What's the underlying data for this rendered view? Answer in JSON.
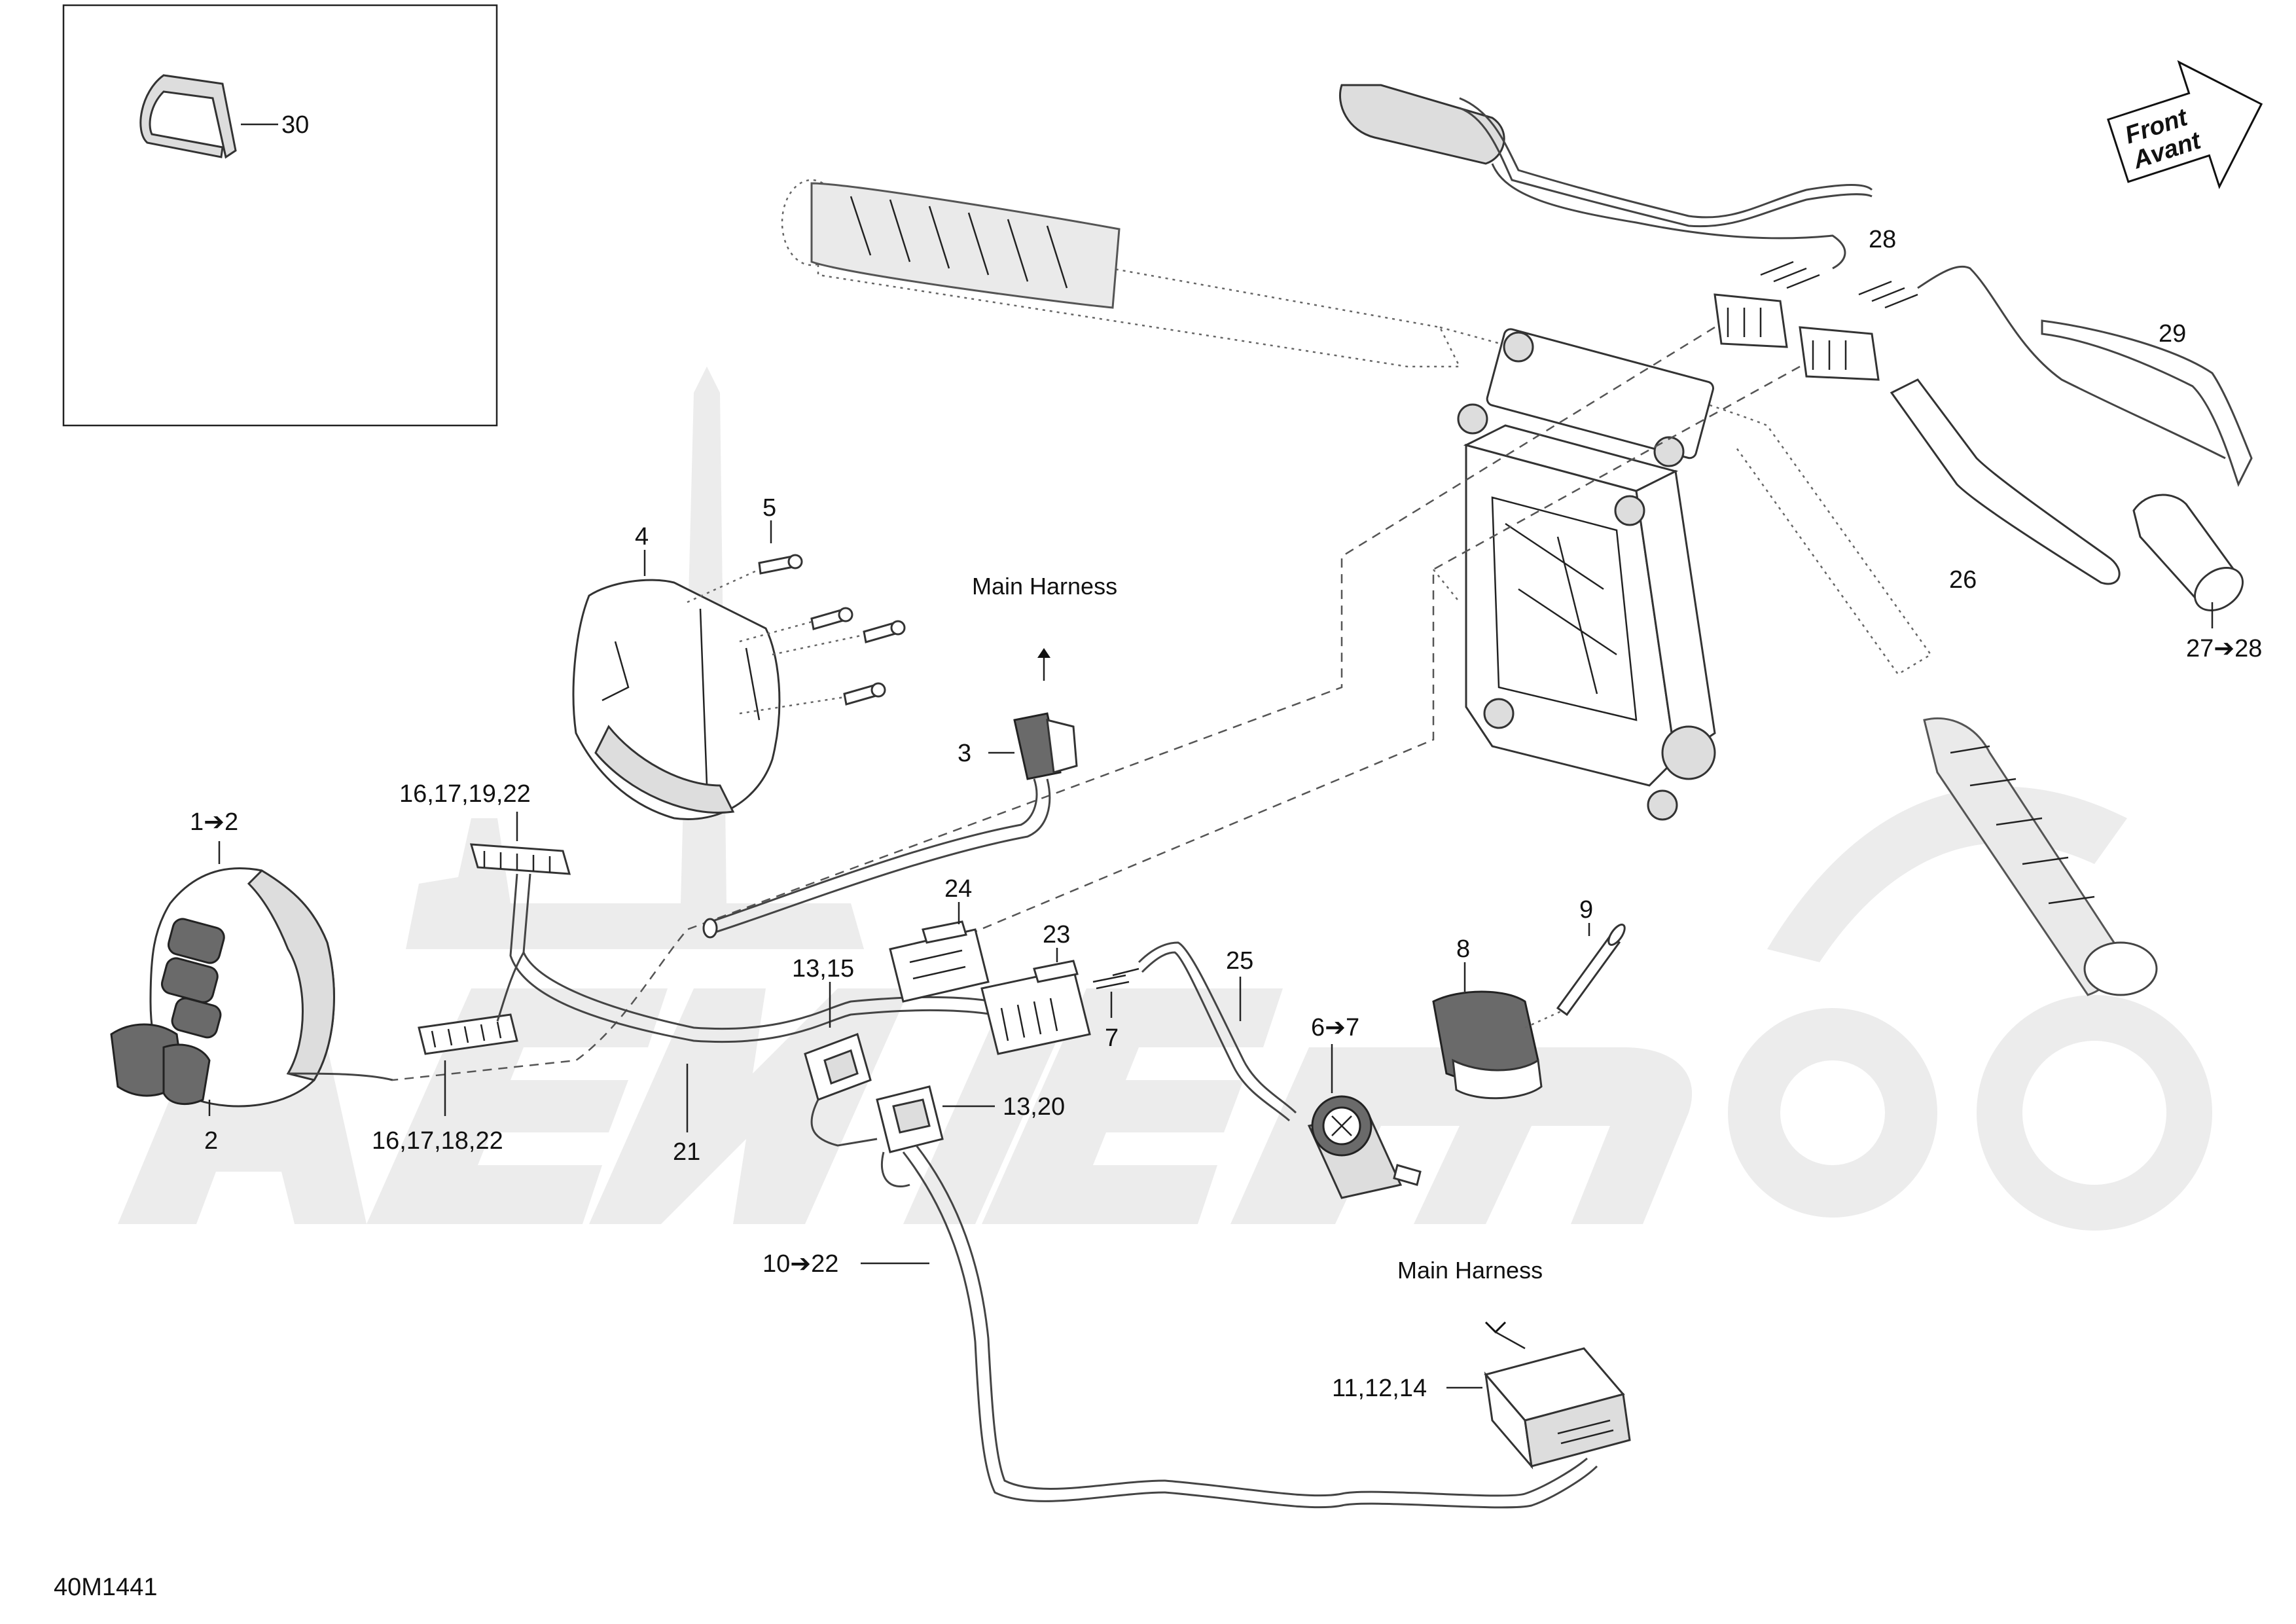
{
  "drawing": {
    "code": "40M1441",
    "direction_label": [
      "Front",
      "Avant"
    ],
    "watermark_name": "watermark-logo"
  },
  "captions": {
    "main_harness_top": "Main Harness",
    "main_harness_bottom": "Main Harness"
  },
  "callouts": {
    "c30": "30",
    "c1_2": "1➔2",
    "c2": "2",
    "c3": "3",
    "c4": "4",
    "c5": "5",
    "c6_7": "6➔7",
    "c7": "7",
    "c8": "8",
    "c9": "9",
    "c10_22": "10➔22",
    "c11_12_14": "11,12,14",
    "c13_15": "13,15",
    "c13_20": "13,20",
    "c16_17_19_22": "16,17,19,22",
    "c16_17_18_22": "16,17,18,22",
    "c21": "21",
    "c23": "23",
    "c24": "24",
    "c25": "25",
    "c26": "26",
    "c27_28": "27➔28",
    "c28": "28",
    "c29": "29"
  }
}
